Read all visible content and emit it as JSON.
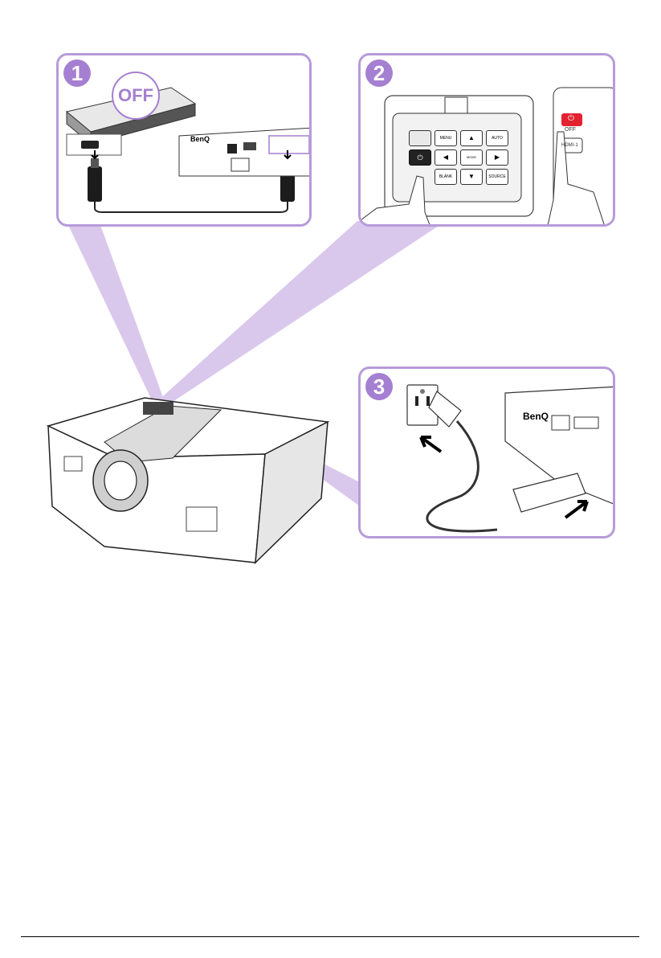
{
  "steps": [
    {
      "number": "1",
      "badge_text": "OFF"
    },
    {
      "number": "2",
      "power_label": "OFF"
    },
    {
      "number": "3"
    }
  ],
  "brand": "BenQ",
  "keypad": {
    "menu": "MENU",
    "auto": "AUTO",
    "mode_enter": "MODE ENTER",
    "blank": "BLANK",
    "source": "SOURCE"
  },
  "remote": {
    "hdmi_label": "HDMI-1"
  },
  "colors": {
    "accent": "#a57fd1",
    "frame": "#b79bd9",
    "beam": "#d9c8ec",
    "power_red": "#e32230"
  }
}
